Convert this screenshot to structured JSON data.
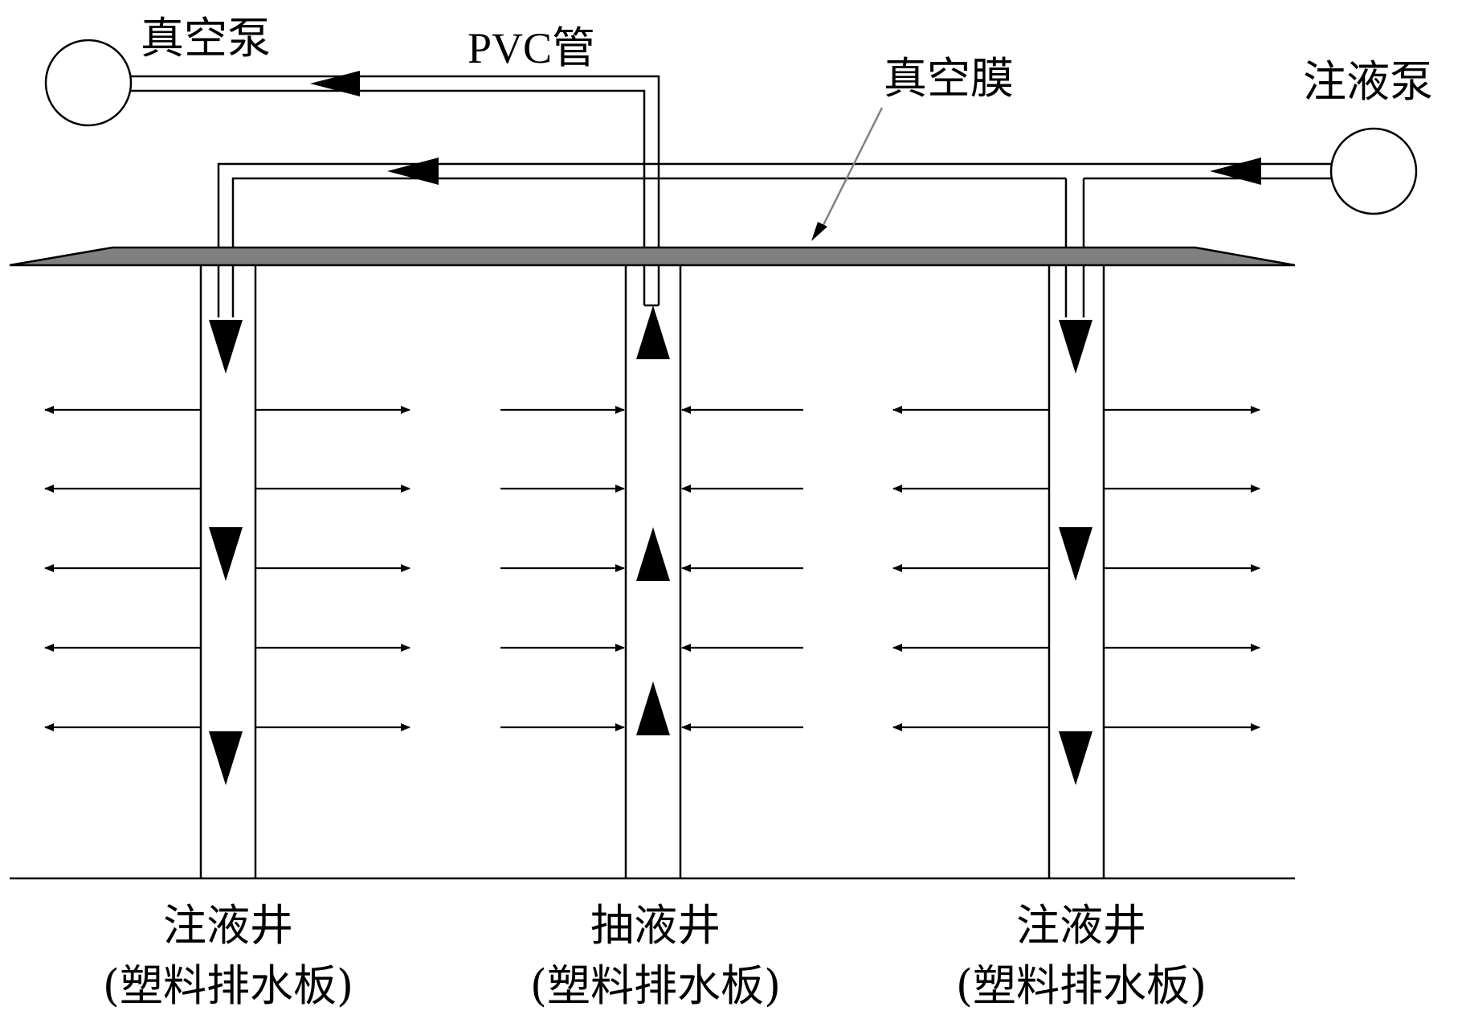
{
  "labels": {
    "vacuum_pump": "真空泵",
    "pvc_pipe": "PVC管",
    "vacuum_membrane": "真空膜",
    "injection_pump": "注液泵",
    "left_well_name": "注液井",
    "left_well_sub": "(塑料排水板)",
    "center_well_name": "抽液井",
    "center_well_sub": "(塑料排水板)",
    "right_well_name": "注液井",
    "right_well_sub": "(塑料排水板)"
  },
  "colors": {
    "line": "#000000",
    "membrane_fill": "#808080",
    "background": "#ffffff"
  }
}
